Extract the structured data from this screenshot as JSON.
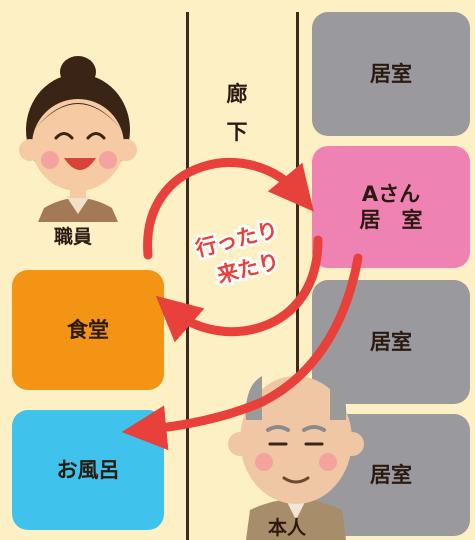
{
  "rooms": {
    "room_top": "居室",
    "room_a": "Aさん\n居　室",
    "room_mid": "居室",
    "room_bottom": "居室",
    "dining": "食堂",
    "bath": "お風呂"
  },
  "corridor": {
    "char1": "廊",
    "char2": "下"
  },
  "people": {
    "staff": "職員",
    "self": "本人"
  },
  "caption": {
    "line1": "行ったり",
    "line2": "来たり"
  },
  "colors": {
    "background": "#fdf0c4",
    "room_gray": "#9a9a9e",
    "room_a_pink": "#ee82b2",
    "dining_orange": "#f39414",
    "bath_blue": "#3fc3ec",
    "arrow_red": "#e8403a"
  }
}
